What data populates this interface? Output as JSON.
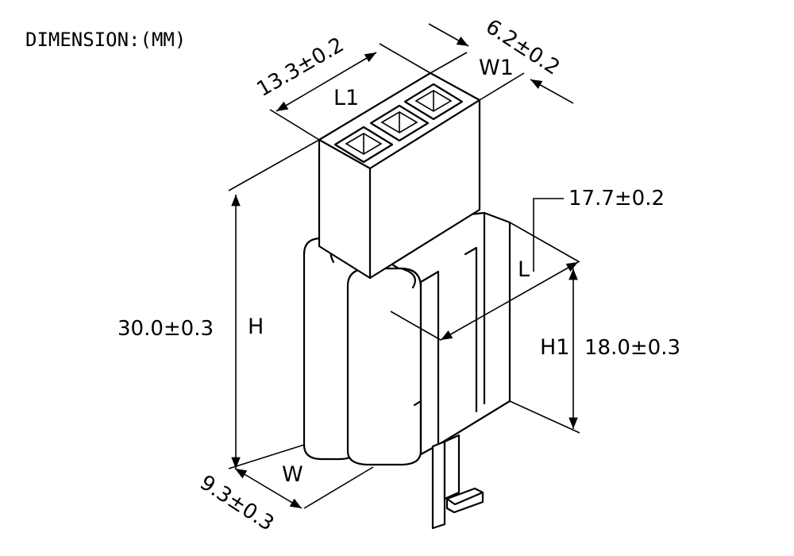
{
  "title": "DIMENSIΟN:(MM)",
  "labels": {
    "l1": "L1",
    "w1": "W1",
    "l": "L",
    "h": "H",
    "h1": "H1",
    "w": "W"
  },
  "dimensions": {
    "l1": "13.3±0.2",
    "w1": "6.2±0.2",
    "l": "17.7±0.2",
    "h": "30.0±0.3",
    "h1": "18.0±0.3",
    "w": "9.3±0.3"
  }
}
